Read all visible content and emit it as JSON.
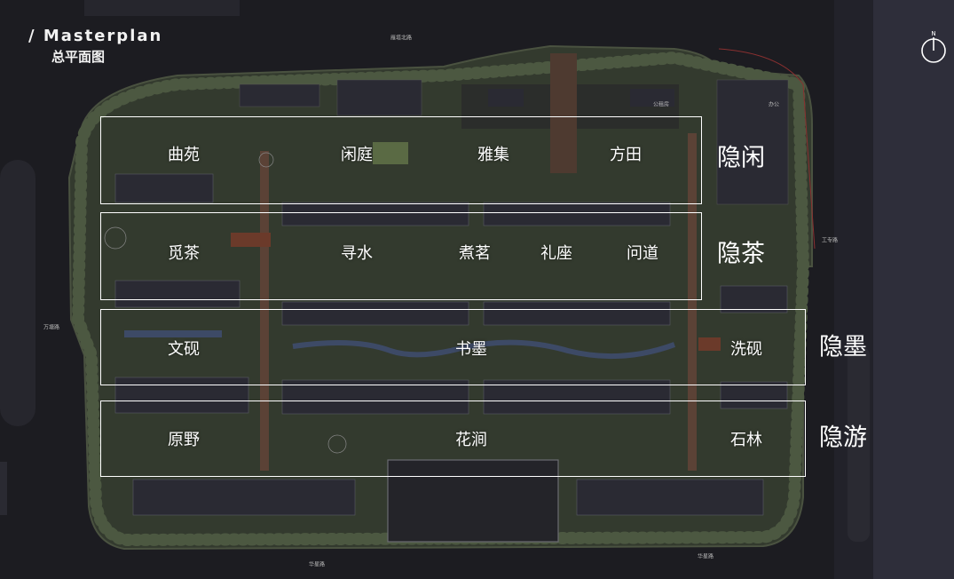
{
  "header": {
    "title_en": "/ Masterplan",
    "title_cn": "总平面图"
  },
  "compass": {
    "north_label": "N"
  },
  "zones": [
    {
      "name": "隐闲",
      "areas": [
        "曲苑",
        "闲庭",
        "雅集",
        "方田"
      ]
    },
    {
      "name": "隐茶",
      "areas": [
        "觅茶",
        "寻水",
        "煮茗",
        "礼座",
        "问道"
      ]
    },
    {
      "name": "隐墨",
      "areas": [
        "文砚",
        "书墨",
        "洗砚"
      ]
    },
    {
      "name": "隐游",
      "areas": [
        "原野",
        "花涧",
        "石林"
      ]
    }
  ],
  "road_labels": {
    "top": "雁塔北路",
    "left": "万塘路",
    "bottom": "华星路",
    "bottom_right": "华星路",
    "right": "工专路"
  },
  "building_labels": {
    "office": "办公",
    "public": "公租房"
  },
  "colors": {
    "background": "#1b1b20",
    "green": "#3d4634",
    "building": "#2a2a33",
    "path": "#6b4a3a",
    "accent": "#ffffff"
  }
}
